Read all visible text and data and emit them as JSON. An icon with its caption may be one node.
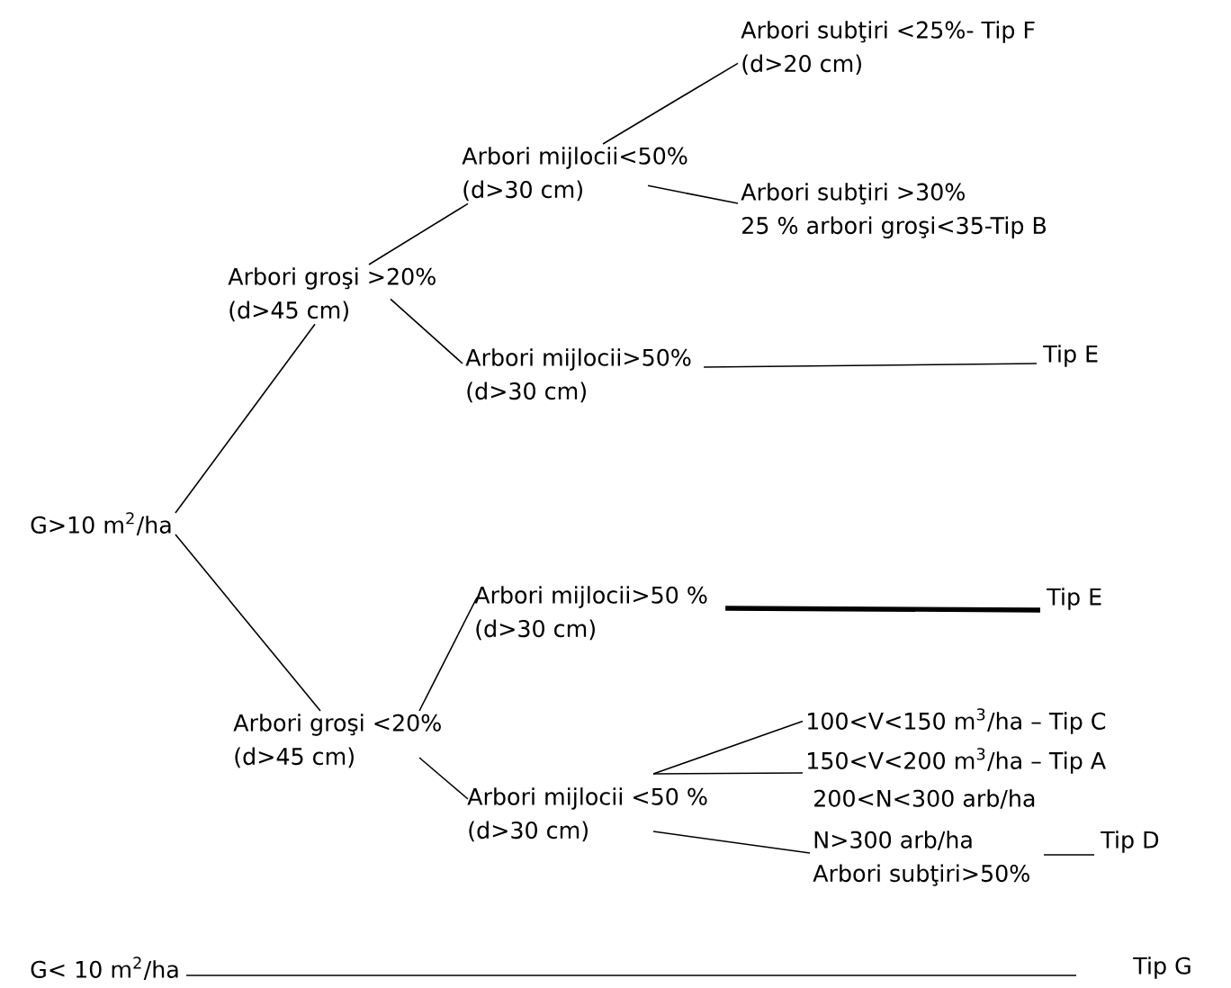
{
  "diagram": {
    "nodes": [
      {
        "text": [
          "G>10 m$^{2}$/ha"
        ]
      },
      {
        "text": [
          "Arbori groşi >20%",
          "(d>45 cm)"
        ]
      },
      {
        "text": [
          "Arbori mijlocii<50%",
          "(d>30 cm)"
        ]
      },
      {
        "text": [
          "Arbori subţiri <25%-  Tip F",
          "(d>20 cm)"
        ]
      },
      {
        "text": [
          "Arbori subţiri >30%",
          "25 % arbori groşi<35-Tip B"
        ]
      },
      {
        "text": [
          "Arbori mijlocii>50%",
          "(d>30 cm)"
        ]
      },
      {
        "text": [
          "Tip E"
        ]
      },
      {
        "text": [
          "Arbori groşi <20%",
          "(d>45 cm)"
        ]
      },
      {
        "text": [
          "Arbori mijlocii>50 %",
          "(d>30 cm)"
        ]
      },
      {
        "text": [
          "Tip E"
        ]
      },
      {
        "text": [
          "Arbori mijlocii <50 %",
          "(d>30 cm)"
        ]
      },
      {
        "text": [
          "100<V<150 m$^{3}$/ha – Tip C"
        ]
      },
      {
        "text": [
          "150<V<200 m$^{3}$/ha – Tip A"
        ]
      },
      {
        "text": [
          "N>300 arb/ha",
          "Arbori subţiri>50%"
        ]
      },
      {
        "text": [
          "Tip D"
        ]
      },
      {
        "text": [
          "G< 10 m$^{2}$/ha"
        ]
      },
      {
        "text": [
          "Tip G"
        ]
      }
    ],
    "edges": [
      {
        "from": 0,
        "to": 1,
        "arrow": "none"
      },
      {
        "from": 0,
        "to": 7,
        "arrow": "none"
      },
      {
        "from": 1,
        "to": 2,
        "arrow": "none"
      },
      {
        "from": 1,
        "to": 5,
        "arrow": "none"
      },
      {
        "from": 2,
        "to": 3,
        "arrow": "none"
      },
      {
        "from": 2,
        "to": 4,
        "arrow": "none"
      },
      {
        "from": 5,
        "to": 6,
        "arrow": "none"
      },
      {
        "from": 7,
        "to": 8,
        "arrow": "none"
      },
      {
        "from": 7,
        "to": 10,
        "arrow": "none"
      },
      {
        "from": 8,
        "to": 9,
        "arrow": "none",
        "style": "thick"
      },
      {
        "from": 10,
        "to": 11,
        "arrow": "none"
      },
      {
        "from": 10,
        "to": 12,
        "arrow": "none"
      },
      {
        "from": 10,
        "to": 13,
        "arrow": "none"
      },
      {
        "from": 13,
        "to": 14,
        "arrow": "none"
      },
      {
        "from": 15,
        "to": 16,
        "arrow": "none"
      }
    ],
    "labels": [
      "200<N<300 arb/ha"
    ]
  }
}
